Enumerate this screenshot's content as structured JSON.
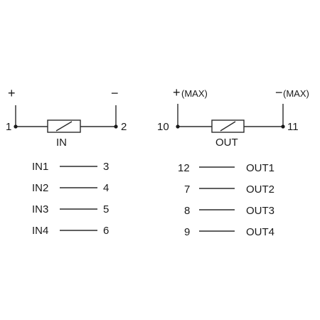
{
  "input_side": {
    "plus_label": "+",
    "minus_label": "−",
    "pin_left": "1",
    "pin_right": "2",
    "coil_label": "IN"
  },
  "output_side": {
    "plus_label": "+",
    "plus_note": "(MAX)",
    "minus_label": "−",
    "minus_note": "(MAX)",
    "pin_left": "10",
    "pin_right": "11",
    "coil_label": "OUT"
  },
  "input_map": [
    {
      "name": "IN1",
      "pin": "3"
    },
    {
      "name": "IN2",
      "pin": "4"
    },
    {
      "name": "IN3",
      "pin": "5"
    },
    {
      "name": "IN4",
      "pin": "6"
    }
  ],
  "output_map": [
    {
      "pin": "12",
      "name": "OUT1"
    },
    {
      "pin": "7",
      "name": "OUT2"
    },
    {
      "pin": "8",
      "name": "OUT3"
    },
    {
      "pin": "9",
      "name": "OUT4"
    }
  ],
  "colors": {
    "line": "#2b2b2b",
    "text": "#1a1a1a",
    "background": "#ffffff"
  }
}
